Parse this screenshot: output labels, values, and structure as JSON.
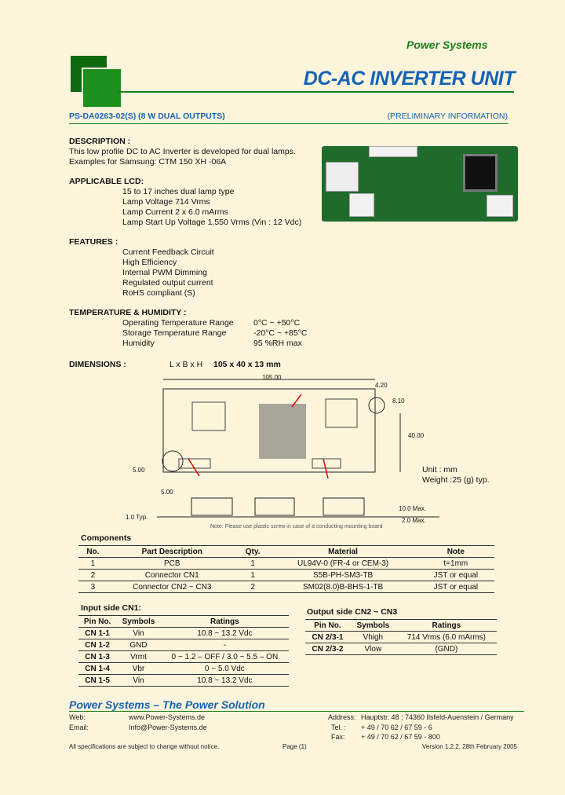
{
  "header": {
    "logo": "Power Systems",
    "title": "DC-AC INVERTER UNIT",
    "model": "PS-DA0263-02(S)",
    "model_desc": "(8 W DUAL OUTPUTS)",
    "prelim": "(PRELIMINARY INFORMATION)"
  },
  "description": {
    "heading": "DESCRIPTION :",
    "line1": "This low profile DC to AC Inverter is developed for dual lamps.",
    "line2": "Examples for Samsung: CTM 150 XH -06A"
  },
  "lcd": {
    "heading": "APPLICABLE LCD:",
    "l1": "15 to 17 inches dual lamp type",
    "l2": "Lamp Voltage   714 Vrms",
    "l3": "Lamp Current    2 x 6.0 mArms",
    "l4": "Lamp Start Up Voltage 1.550 Vrms (Vin : 12 Vdc)"
  },
  "features": {
    "heading": "FEATURES :",
    "items": [
      "Current Feedback Circuit",
      "High Efficiency",
      "Internal PWM Dimming",
      "Regulated output current",
      "RoHS compliant (S)"
    ]
  },
  "temp": {
    "heading": "TEMPERATURE & HUMIDITY :",
    "rows": [
      [
        "Operating Temperature Range",
        "0°C ~ +50°C"
      ],
      [
        "Storage Temperature Range",
        "-20°C ~ +85°C"
      ],
      [
        "Humidity",
        "95 %RH max"
      ]
    ]
  },
  "dims": {
    "heading": "DIMENSIONS :",
    "lbh": "L x B x H",
    "value": "105 x 40 x 13 mm",
    "len": "105.00",
    "w1": "4.20",
    "w2": "8.10",
    "h": "40.00",
    "d5a": "5.00",
    "d5b": "5.00",
    "unit": "Unit : mm",
    "weight": "Weight :25 (g) typ.",
    "typ": "1.0  Typ.",
    "max10": "10.0  Max.",
    "max20": "2.0  Max.",
    "note": "Note: Please use plastic screw in case of a conducting mounting board"
  },
  "components": {
    "heading": "Components",
    "cols": [
      "No.",
      "Part Description",
      "Qty.",
      "Material",
      "Note"
    ],
    "rows": [
      [
        "1",
        "PCB",
        "1",
        "UL94V-0 (FR-4 or CEM-3)",
        "t=1mm"
      ],
      [
        "2",
        "Connector CN1",
        "1",
        "S5B-PH-SM3-TB",
        "JST or equal"
      ],
      [
        "3",
        "Connector CN2 ~ CN3",
        "2",
        "SM02(8.0)B-BHS-1-TB",
        "JST or equal"
      ]
    ]
  },
  "input": {
    "heading": "Input side CN1:",
    "cols": [
      "Pin No.",
      "Symbols",
      "Ratings"
    ],
    "rows": [
      [
        "CN 1-1",
        "Vin",
        "10.8 ~ 13.2 Vdc"
      ],
      [
        "CN 1-2",
        "GND",
        "-"
      ],
      [
        "CN 1-3",
        "Vrmt",
        "0 ~ 1.2 – OFF / 3.0 ~ 5.5 – ON"
      ],
      [
        "CN 1-4",
        "Vbr",
        "0 ~ 5.0 Vdc"
      ],
      [
        "CN 1-5",
        "Vin",
        "10.8 ~ 13.2 Vdc"
      ]
    ]
  },
  "output": {
    "heading": "Output side CN2 ~ CN3",
    "cols": [
      "Pin No.",
      "Symbols",
      "Ratings"
    ],
    "rows": [
      [
        "CN 2/3-1",
        "Vhigh",
        "714 Vrms (6.0 mArms)"
      ],
      [
        "CN 2/3-2",
        "Vlow",
        "(GND)"
      ]
    ]
  },
  "footer": {
    "tag": "Power Systems – The Power Solution",
    "web_l": "Web:",
    "web": "www.Power-Systems.de",
    "mail_l": "Email:",
    "mail": "Info@Power-Systems.de",
    "addr_l": "Address:",
    "addr": "Hauptstr. 48 ; 74360 Ilsfeld-Auenstein / Germany",
    "tel_l": "Tel. :",
    "tel": "+ 49 / 70 62 / 67 59 - 6",
    "fax_l": "Fax:",
    "fax": "+ 49 / 70 62 / 67 59 - 800",
    "spec": "All specifications are subject to change without notice.",
    "page": "Page (1)",
    "version": "Version 1.2.2, 28th February 2005"
  },
  "colors": {
    "brand_green": "#1b7f1b",
    "title_blue": "#1463b5",
    "paper": "#fdf4dc"
  }
}
